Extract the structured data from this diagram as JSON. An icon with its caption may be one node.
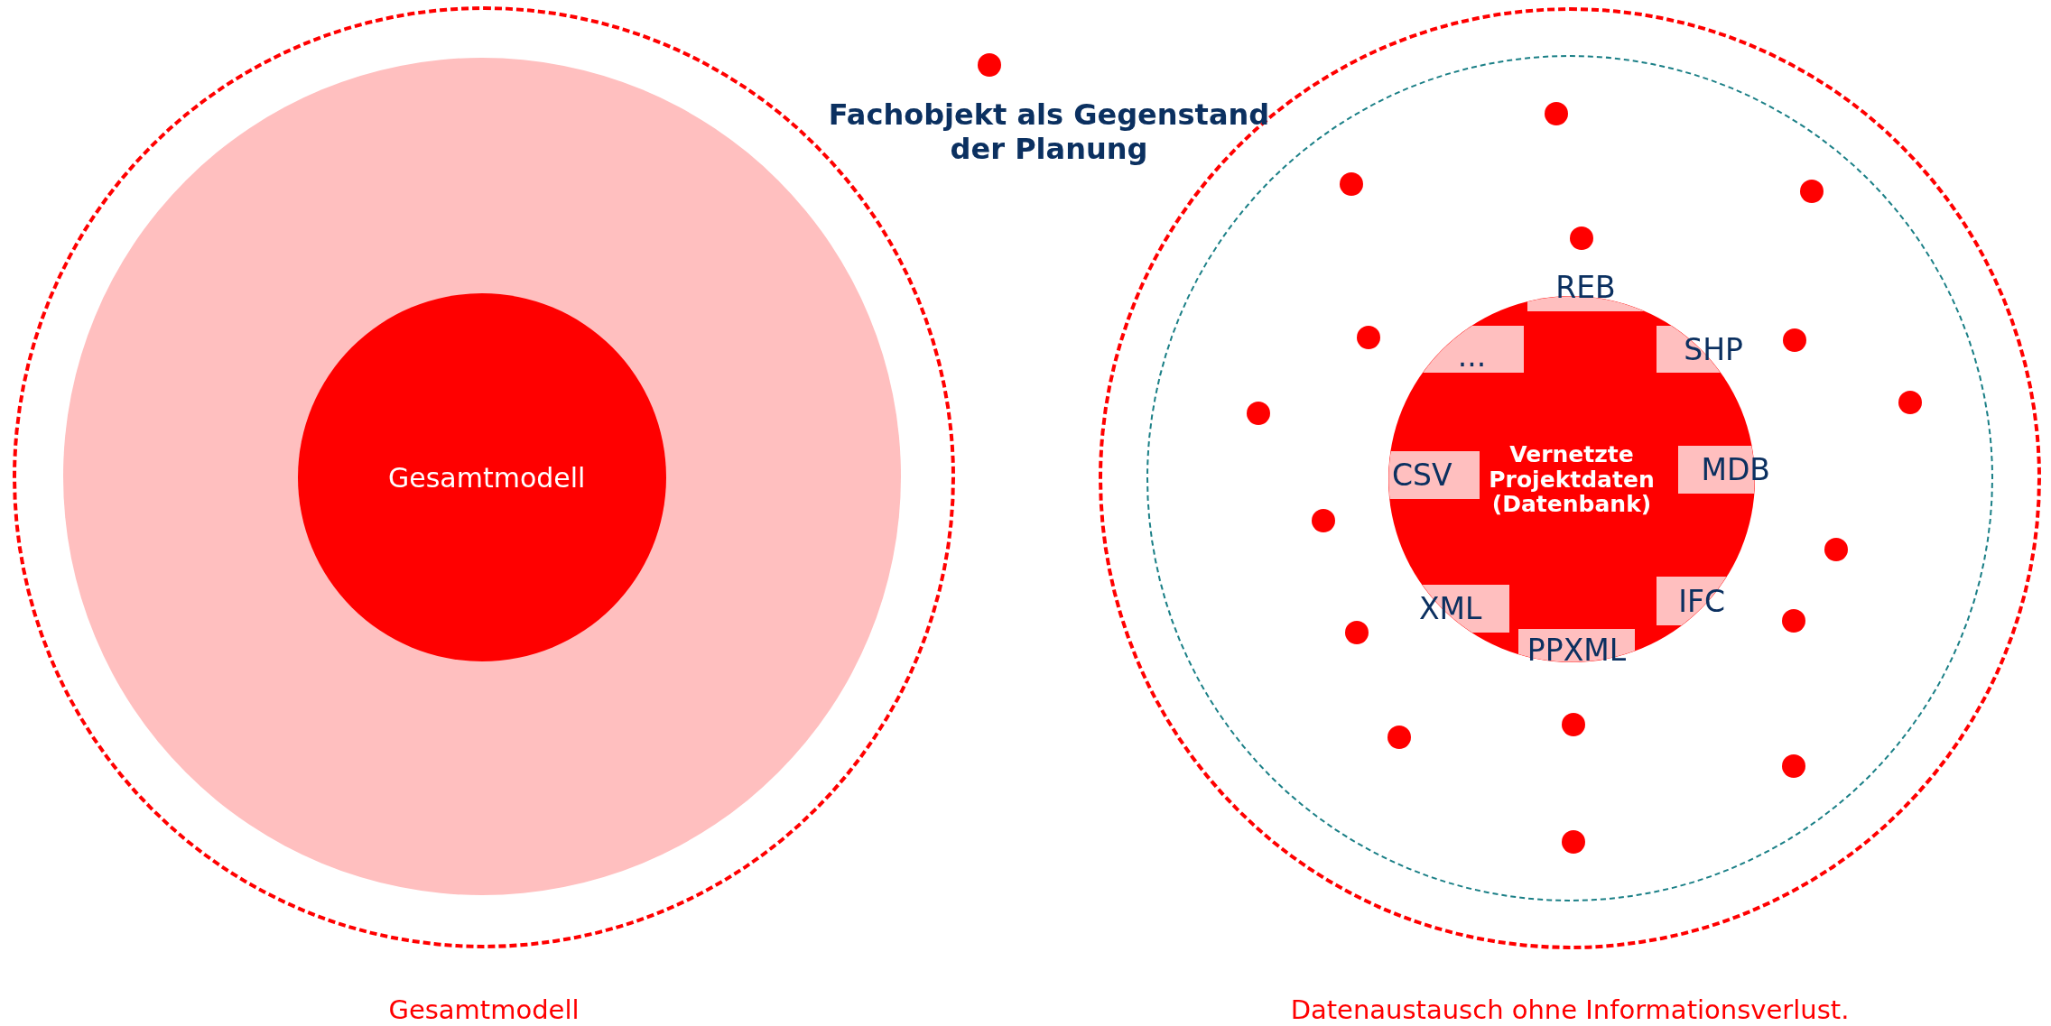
{
  "diagram": {
    "nodes": [
      {
        "text": [],
        "shape": "circle"
      },
      {
        "text": [],
        "shape": "circle",
        "in": 0
      },
      {
        "text": [
          "Gesamtmodell"
        ],
        "in": 1
      },
      {
        "text": [],
        "shape": "circle"
      },
      {
        "text": [],
        "shape": "circle",
        "in": 3
      },
      {
        "text": [
          "Vernetzte Projektdaten (Datenbank)"
        ],
        "in": 4
      },
      {
        "text": [
          "REB"
        ],
        "in": 4
      },
      {
        "text": [
          "..."
        ],
        "in": 5
      },
      {
        "text": [
          "SHP"
        ],
        "in": 5
      },
      {
        "text": [
          "CSV"
        ],
        "in": 5
      },
      {
        "text": [
          "MDB"
        ],
        "in": 4
      },
      {
        "text": [
          "XML"
        ],
        "in": 5
      },
      {
        "text": [
          "IFC"
        ],
        "in": 5
      },
      {
        "text": [
          "PPXML"
        ],
        "in": 4
      },
      {
        "text": [],
        "shape": "circle",
        "in": 4
      },
      {
        "text": [],
        "shape": "circle",
        "in": 4
      },
      {
        "text": [],
        "shape": "circle",
        "in": 4
      },
      {
        "text": [],
        "shape": "circle",
        "in": 4
      },
      {
        "text": [],
        "shape": "circle",
        "in": 4
      },
      {
        "text": [],
        "shape": "circle",
        "in": 4
      },
      {
        "text": [],
        "shape": "circle",
        "in": 4
      },
      {
        "text": [],
        "shape": "circle",
        "in": 4
      },
      {
        "text": [],
        "shape": "circle",
        "in": 4
      },
      {
        "text": [],
        "shape": "circle",
        "in": 4
      },
      {
        "text": [],
        "shape": "circle",
        "in": 4
      },
      {
        "text": [],
        "shape": "circle",
        "in": 4
      },
      {
        "text": [],
        "shape": "circle",
        "in": 4
      },
      {
        "text": [],
        "shape": "circle",
        "in": 4
      },
      {
        "text": [],
        "shape": "circle",
        "in": 4
      },
      {
        "text": [],
        "shape": "circle",
        "in": 4
      }
    ],
    "edges": [],
    "labels": [
      "Gesamtmodell",
      "Datenaustausch ohne Informationsverlust."
    ],
    "legend": [
      {
        "text": "Fachobjekt als Gegenstand der Planung",
        "color": "#ff0000"
      }
    ]
  }
}
